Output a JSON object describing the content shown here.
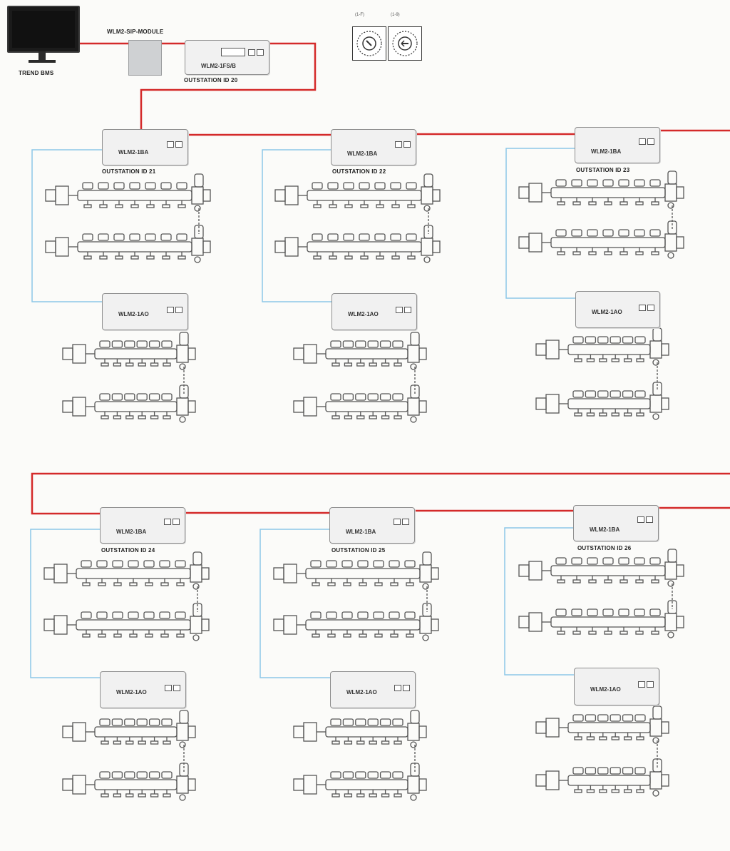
{
  "bms": {
    "label": "TREND BMS"
  },
  "sip_module": {
    "label": "WLM2-SIP-MODULE"
  },
  "head_station": {
    "device": "WLM2-1FS/B",
    "outstation": "OUTSTATION ID 20"
  },
  "dials": [
    {
      "caption": "(1-F)"
    },
    {
      "caption": "(1-9)"
    }
  ],
  "stations": [
    {
      "ba": "WLM2-1BA",
      "ao": "WLM2-1AO",
      "outstation": "OUTSTATION ID 21"
    },
    {
      "ba": "WLM2-1BA",
      "ao": "WLM2-1AO",
      "outstation": "OUTSTATION ID 22"
    },
    {
      "ba": "WLM2-1BA",
      "ao": "WLM2-1AO",
      "outstation": "OUTSTATION ID 23"
    },
    {
      "ba": "WLM2-1BA",
      "ao": "WLM2-1AO",
      "outstation": "OUTSTATION ID 24"
    },
    {
      "ba": "WLM2-1BA",
      "ao": "WLM2-1AO",
      "outstation": "OUTSTATION ID 25"
    },
    {
      "ba": "WLM2-1BA",
      "ao": "WLM2-1AO",
      "outstation": "OUTSTATION ID 26"
    }
  ],
  "colors": {
    "bus": "#d42a2a",
    "link": "#8cc8e8",
    "manifold": "#555555",
    "device_fill": "#f1f1f1"
  }
}
